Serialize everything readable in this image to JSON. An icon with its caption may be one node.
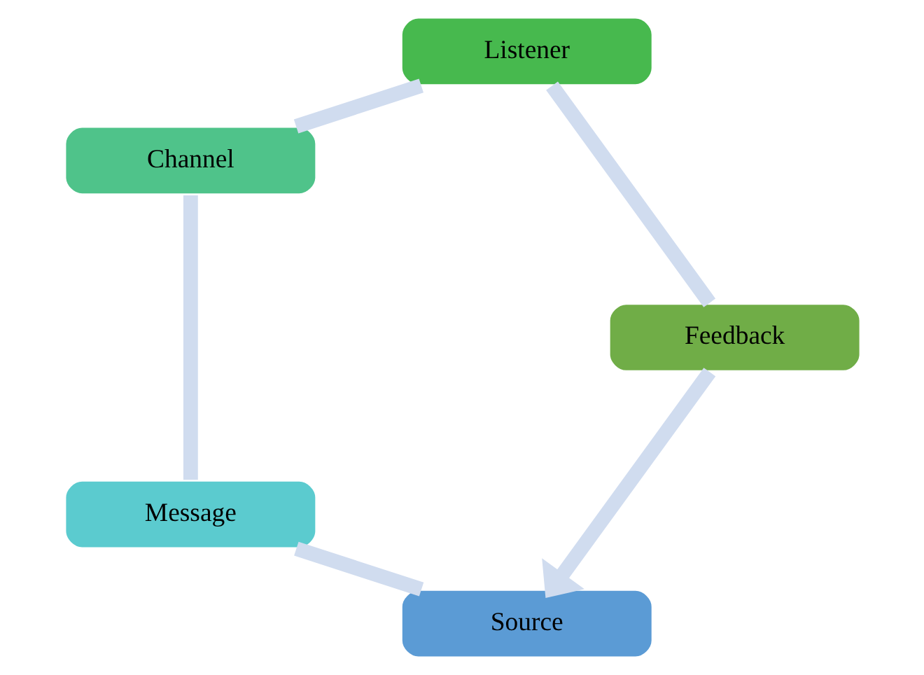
{
  "diagram": {
    "nodes": [
      {
        "text": [
          "Source"
        ]
      },
      {
        "text": [
          "Message"
        ]
      },
      {
        "text": [
          "Channel"
        ]
      },
      {
        "text": [
          "Listener"
        ]
      },
      {
        "text": [
          "Feedback"
        ]
      }
    ],
    "edges": [
      {
        "from": 0,
        "to": 1,
        "arrow": "none"
      },
      {
        "from": 1,
        "to": 2,
        "arrow": "none"
      },
      {
        "from": 2,
        "to": 3,
        "arrow": "none"
      },
      {
        "from": 3,
        "to": 4,
        "arrow": "none"
      },
      {
        "from": 4,
        "to": 0,
        "arrow": "to"
      }
    ]
  }
}
